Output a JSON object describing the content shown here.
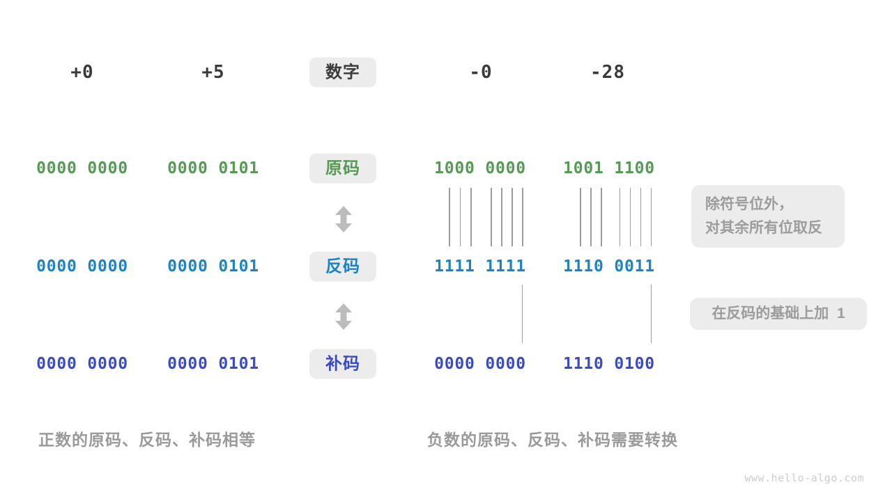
{
  "header": {
    "label": "数字",
    "values": [
      "+0",
      "+5",
      "-0",
      "-28"
    ]
  },
  "rows": [
    {
      "id": "sign-magnitude",
      "label": "原码",
      "values": [
        "0000 0000",
        "0000 0101",
        "1000 0000",
        "1001 1100"
      ]
    },
    {
      "id": "ones-complement",
      "label": "反码",
      "values": [
        "0000 0000",
        "0000 0101",
        "1111 1111",
        "1110 0011"
      ]
    },
    {
      "id": "twos-complement",
      "label": "补码",
      "values": [
        "0000 0000",
        "0000 0101",
        "0000 0000",
        "1110 0100"
      ]
    }
  ],
  "annotations": {
    "invert_line1": "除符号位外，",
    "invert_line2": "对其余所有位取反",
    "add_one": "在反码的基础上加  1"
  },
  "captions": {
    "positive": "正数的原码、反码、补码相等",
    "negative": "负数的原码、反码、补码需要转换"
  },
  "watermark": "www.hello-algo.com",
  "colors": {
    "sign_magnitude_green": "#569a56",
    "ones_complement_blue": "#1b84c9",
    "twos_complement_indigo": "#3a4cc3",
    "label_box_bg": "#ececec",
    "annotation_gray": "#9c9c9c",
    "header_dark": "#3b3b3b",
    "arrow_gray": "#bcbcbc",
    "line_gray": "#9b9b9b"
  }
}
